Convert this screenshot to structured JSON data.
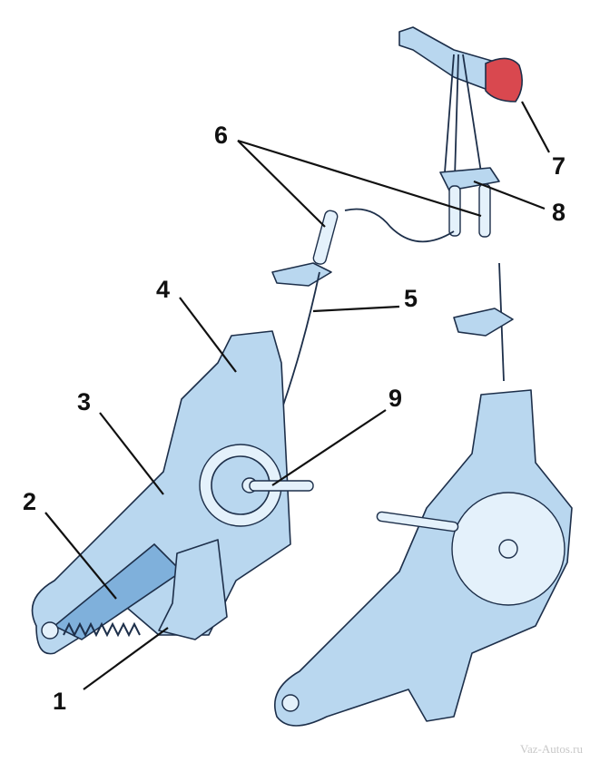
{
  "diagram": {
    "labels": [
      "1",
      "2",
      "3",
      "4",
      "5",
      "6",
      "7",
      "8",
      "9"
    ],
    "watermark": "Vaz-Autos.ru",
    "colors": {
      "part": "#b9d7ef",
      "outline": "#1d2f4a",
      "handle": "#d9484f"
    }
  }
}
